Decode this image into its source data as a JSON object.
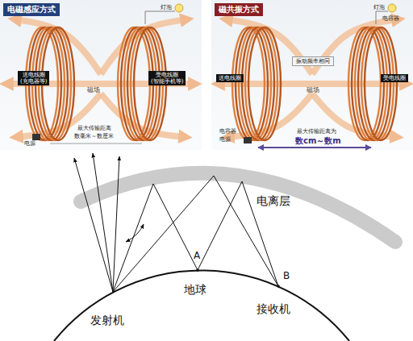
{
  "diagram": {
    "nodes": [
      {
        "text": [
          "电磁感应方式"
        ]
      },
      {
        "text": [
          "送电线圈",
          "(充电器等)"
        ]
      },
      {
        "text": [
          "受电线圈",
          "(智能手机等)"
        ]
      },
      {
        "text": [
          "磁共振方式"
        ]
      },
      {
        "text": [
          "送电线圈"
        ]
      },
      {
        "text": [
          "振动频率相同"
        ]
      },
      {
        "text": [
          "受电线圈"
        ]
      }
    ],
    "labels": [
      "磁场",
      "灯泡",
      "电源",
      "最大传输距离",
      "数毫米～数厘米",
      "磁场",
      "灯泡",
      "电容器",
      "电容器",
      "电源",
      "最大传输距离为",
      "数cm～数m",
      "电离层",
      "A",
      "地球",
      "发射机",
      "B",
      "接收机"
    ]
  }
}
